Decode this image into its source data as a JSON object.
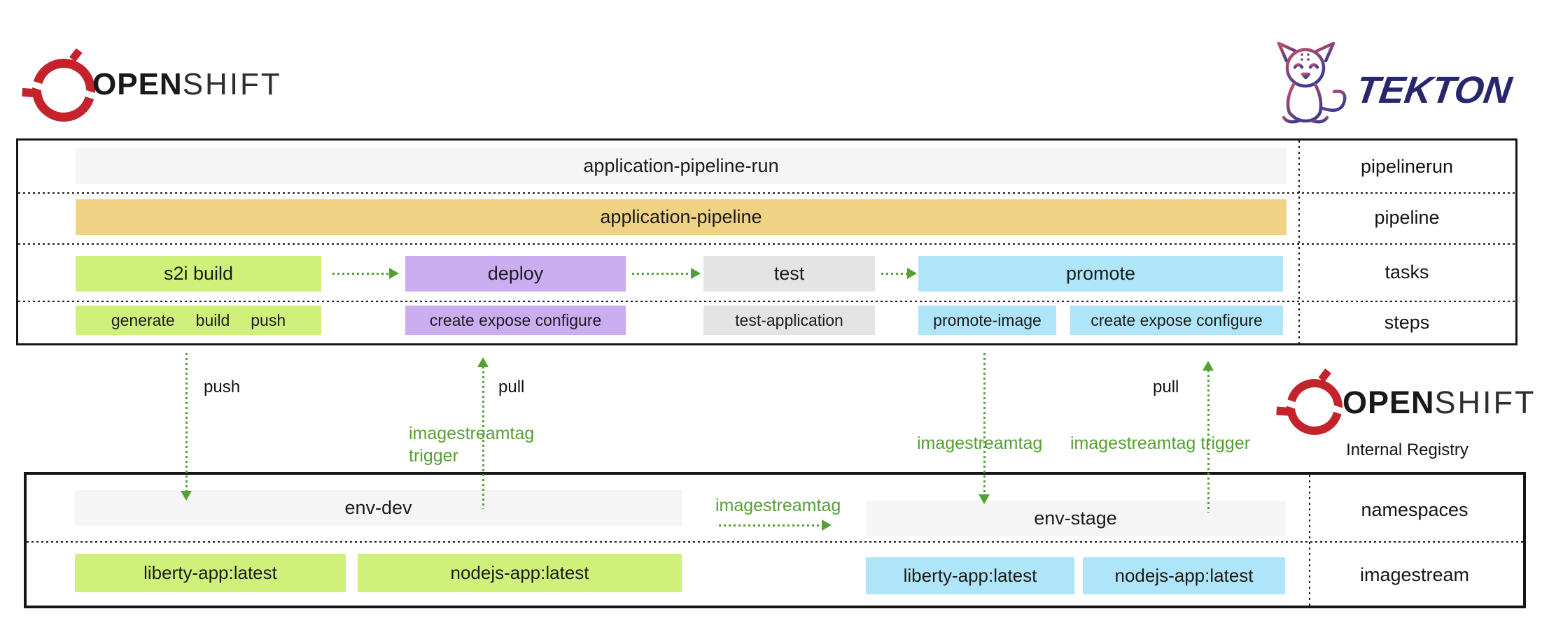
{
  "colors": {
    "openshift-red": "#c4232b",
    "tekton-blue": "#28276e",
    "ink": "#1b1b1b",
    "green": "#55a033",
    "lime": "#cff17a",
    "purple": "#cbadf2",
    "cyan": "#aee5f9",
    "yellow": "#f0d285",
    "gray-bar": "#f5f5f5",
    "gray-box": "#e4e4e4"
  },
  "header": {
    "openshift_logo": {
      "bold": "OPEN",
      "light": "SHIFT"
    },
    "tekton_logo": {
      "wordmark": "TEKTON"
    }
  },
  "pipeline_box": {
    "pipelinerun_bar": {
      "label": "application-pipeline-run"
    },
    "pipeline_bar": {
      "label": "application-pipeline"
    },
    "tasks": [
      {
        "label": "s2i build"
      },
      {
        "label": "deploy"
      },
      {
        "label": "test"
      },
      {
        "label": "promote"
      }
    ],
    "steps": {
      "s2i_words": [
        {
          "w": "generate"
        },
        {
          "w": "build"
        },
        {
          "w": "push"
        }
      ],
      "deploy": {
        "label": "create expose configure"
      },
      "test": {
        "label": "test-application"
      },
      "promote_image": {
        "label": "promote-image"
      },
      "promote_cec": {
        "label": "create expose configure"
      }
    },
    "row_labels": [
      {
        "label": "pipelinerun"
      },
      {
        "label": "pipeline"
      },
      {
        "label": "tasks"
      },
      {
        "label": "steps"
      }
    ]
  },
  "flows": {
    "push": {
      "label": "push"
    },
    "pull_dev": {
      "label": "pull"
    },
    "trigger_dev": {
      "line1": "imagestreamtag",
      "line2": "trigger"
    },
    "istag_promote": {
      "label": "imagestreamtag"
    },
    "pull_stage": {
      "label": "pull"
    },
    "trigger_stage": {
      "label": "imagestreamtag trigger"
    },
    "istag_stage": {
      "label": "imagestreamtag"
    }
  },
  "registry": {
    "logo": {
      "bold": "OPEN",
      "light": "SHIFT",
      "subtitle": "Internal Registry"
    },
    "namespaces": [
      {
        "label": "env-dev"
      },
      {
        "label": "env-stage"
      }
    ],
    "dev_images": [
      {
        "label": "liberty-app:latest"
      },
      {
        "label": "nodejs-app:latest"
      }
    ],
    "stage_images": [
      {
        "label": "liberty-app:latest"
      },
      {
        "label": "nodejs-app:latest"
      }
    ],
    "row_labels": [
      {
        "label": "namespaces"
      },
      {
        "label": "imagestream"
      }
    ]
  }
}
